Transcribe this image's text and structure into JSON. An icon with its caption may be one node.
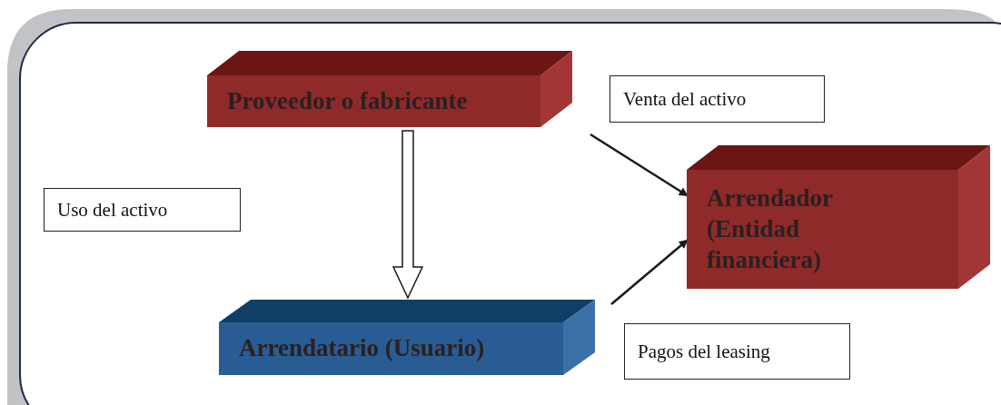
{
  "diagram": {
    "nodes": [
      {
        "text": [
          "Proveedor o fabricante"
        ]
      },
      {
        "text": [
          "Arrendatario (Usuario)"
        ]
      },
      {
        "text": [
          "Arrendador (Entidad financiera)"
        ]
      },
      {
        "text": [
          "Venta del activo"
        ]
      },
      {
        "text": [
          "Pagos del leasing"
        ]
      },
      {
        "text": [
          "Uso del activo"
        ]
      }
    ],
    "edges": [
      {
        "from": 0,
        "to": 1,
        "arrow": "to",
        "style": "thick"
      },
      {
        "from": null,
        "to": 2,
        "arrow": "to"
      },
      {
        "from": null,
        "to": 2,
        "arrow": "to"
      }
    ]
  }
}
